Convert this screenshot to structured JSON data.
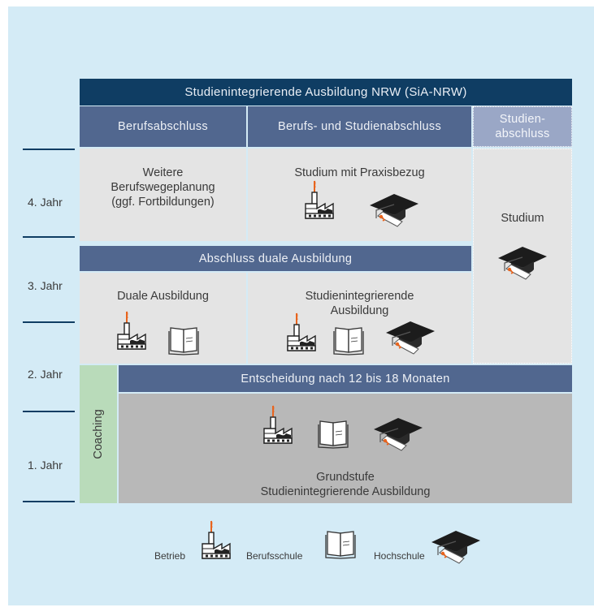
{
  "title": "Studienintegrierende Ausbildung NRW (SiA-NRW)",
  "columns": {
    "berufsabschluss": "Berufsabschluss",
    "berufs_studienabschluss": "Berufs- und Studienabschluss",
    "studienabschluss": "Studien-\nabschluss"
  },
  "years": [
    "4. Jahr",
    "3. Jahr",
    "2. Jahr",
    "1. Jahr"
  ],
  "boxes": {
    "weitere": "Weitere\nBerufswegeplanung\n(ggf. Fortbildungen)",
    "studium_praxis": "Studium mit Praxisbezug",
    "studium": "Studium",
    "abschluss_dual": "Abschluss duale Ausbildung",
    "duale_ausbildung": "Duale Ausbildung",
    "sia": "Studienintegrierende\nAusbildung",
    "entscheidung": "Entscheidung nach 12 bis 18 Monaten",
    "grundstufe": "Grundstufe\nStudienintegrierende Ausbildung",
    "coaching": "Coaching"
  },
  "legend": {
    "betrieb": "Betrieb",
    "berufsschule": "Berufsschule",
    "hochschule": "Hochschule"
  },
  "colors": {
    "navy": "#0f3d63",
    "blue": "#51678f",
    "lavender": "#9aa7c6",
    "light_grey": "#e4e4e4",
    "grey": "#b8b8b8",
    "green": "#b9dbba",
    "background": "#d4ebf6",
    "accent": "#e8641e"
  }
}
